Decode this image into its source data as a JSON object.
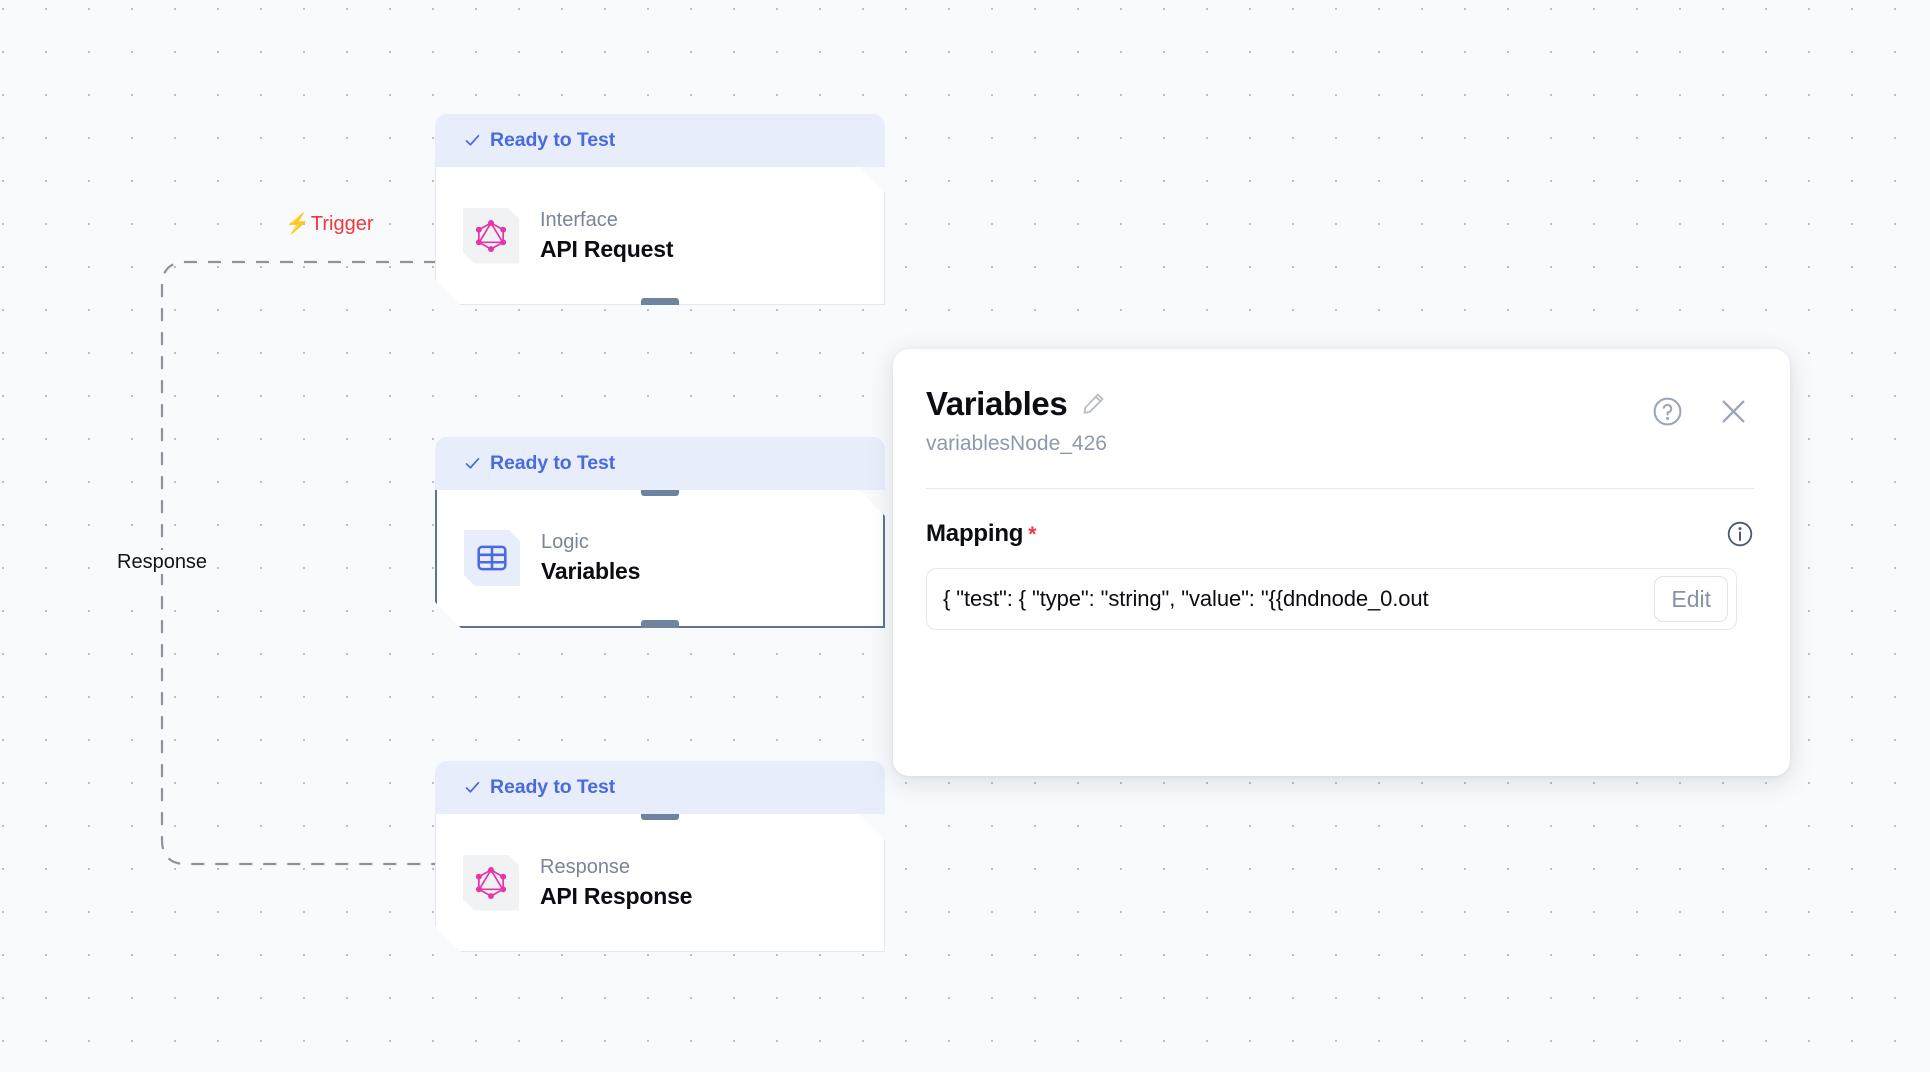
{
  "canvas": {
    "background_color": "#f8fafc",
    "grid_dot_color": "#b8bfcb"
  },
  "edges": [
    {
      "label": "Trigger",
      "icon": "lightning-bolt-icon",
      "color": "#f0393e"
    },
    {
      "label": "Response",
      "color": "#111418"
    }
  ],
  "nodes": [
    {
      "status": "Ready to Test",
      "status_icon": "check-icon",
      "kind": "Interface",
      "title": "API Request",
      "icon": "graphql-icon",
      "icon_color": "#e535ab",
      "selected": false
    },
    {
      "status": "Ready to Test",
      "status_icon": "check-icon",
      "kind": "Logic",
      "title": "Variables",
      "icon": "table-grid-icon",
      "icon_color": "#4a6ae0",
      "selected": true
    },
    {
      "status": "Ready to Test",
      "status_icon": "check-icon",
      "kind": "Response",
      "title": "API Response",
      "icon": "graphql-icon",
      "icon_color": "#e535ab",
      "selected": false
    }
  ],
  "panel": {
    "title": "Variables",
    "edit_title_icon": "pencil-icon",
    "subtitle": "variablesNode_426",
    "help_icon": "question-circle-icon",
    "close_icon": "close-icon",
    "field": {
      "label": "Mapping",
      "required_marker": "*",
      "info_icon": "info-circle-icon",
      "value": "{  \"test\": {    \"type\": \"string\",   \"value\": \"{{dndnode_0.out",
      "edit_label": "Edit"
    }
  }
}
